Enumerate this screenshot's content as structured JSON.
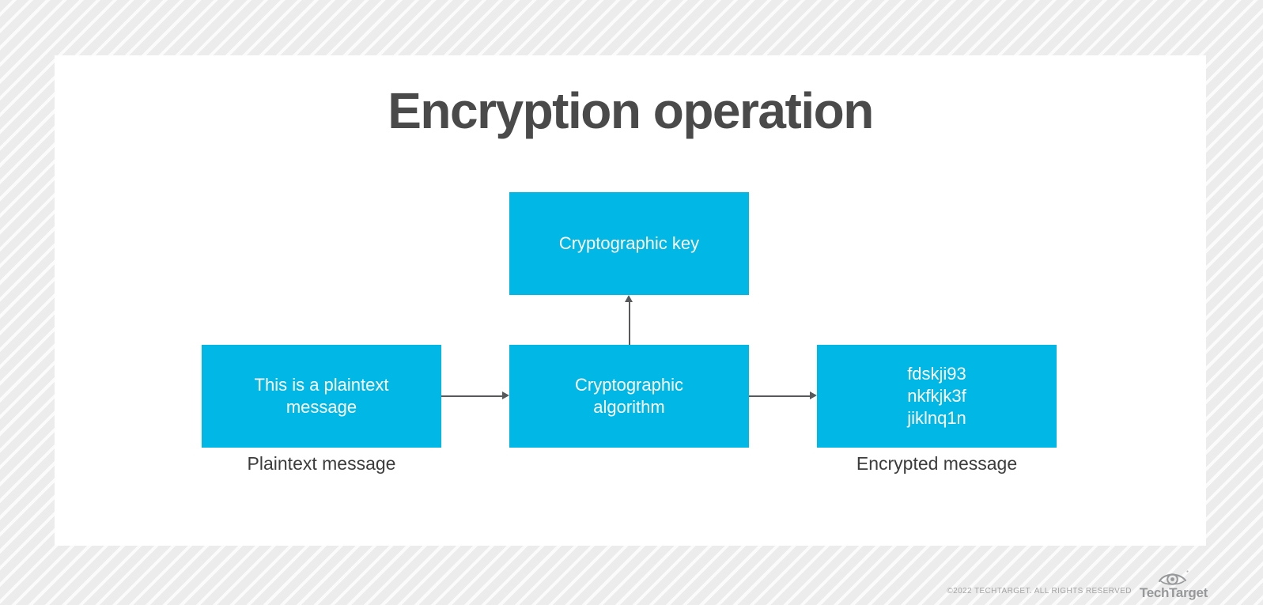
{
  "title": "Encryption operation",
  "nodes": {
    "key": {
      "label": "Cryptographic key"
    },
    "plaintext": {
      "label": "This is a plaintext message"
    },
    "algorithm": {
      "label": "Cryptographic algorithm"
    },
    "encrypted": {
      "lines": [
        "fdskji93",
        "nkfkjk3f",
        "jiklnq1n"
      ]
    }
  },
  "captions": {
    "plaintext": "Plaintext message",
    "encrypted": "Encrypted message"
  },
  "footer": {
    "copyright": "©2022 TECHTARGET. ALL RIGHTS RESERVED",
    "brand": "TechTarget"
  },
  "icons": {
    "arrowheads": [
      "arrowhead-right-icon",
      "arrowhead-right-icon",
      "arrowhead-up-icon"
    ],
    "logo_icon": "techtarget-eye-icon"
  },
  "colors": {
    "node_fill": "#00b7e5",
    "node_text": "#ffffff",
    "title_text": "#4a4a4b",
    "caption_text": "#3c3c3c",
    "arrow": "#58595b",
    "panel": "#ffffff",
    "background_stripe_dark": "#ececec",
    "background_stripe_light": "#fbfbfb",
    "footer_text": "#a5a5a5",
    "logo_gray": "#97989a"
  }
}
